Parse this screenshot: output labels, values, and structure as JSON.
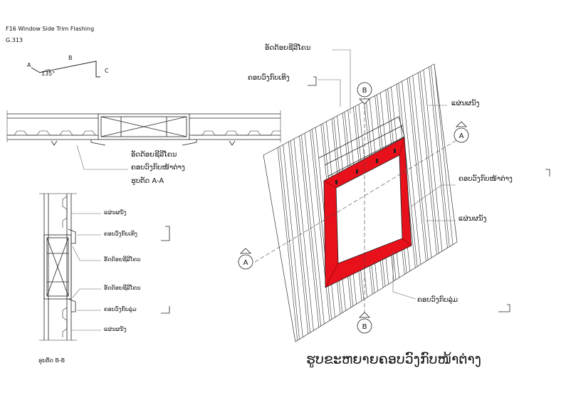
{
  "header": {
    "title": "F16 Window Side Trim Flashing",
    "code": "G.313"
  },
  "profile": {
    "label_a": "A",
    "label_b": "B",
    "label_c": "C",
    "angle": "135°"
  },
  "section_aa": {
    "labels": [
      "ອັດດ້ອຍຊີລີໂຄນ",
      "ຄອບວົງກົບໜ້າຕ່າງ",
      "ຮູບຕັດ A-A"
    ]
  },
  "section_bb": {
    "labels": [
      "ແຜ່ນຜນັງ",
      "ຄອບວົງກົບເທິງ",
      "ອັດດ້ອຍຊີລີໂຄນ",
      "ອັດດ້ອຍຊີລີໂຄນ",
      "ຄອບວົງກົບລຸ່ມ",
      "ແຜ່ນຜນັງ"
    ],
    "caption": "ຮູບຕັດ B-B"
  },
  "detail": {
    "label_silicone": "ອັດດ້ອຍຊີລີໂຄນ",
    "label_top_trim": "ຄອບວົງກົບເທິງ",
    "label_wall_top": "ແຜ່ນຜນັງ",
    "label_window_trim": "ຄອບວົງກົບໜ້າຕ່າງ",
    "label_wall_mid": "ແຜ່ນຜນັງ",
    "label_bottom_trim": "ຄອບວົງກົບລຸ່ມ",
    "marker_a": "A",
    "marker_b": "B",
    "title": "ຮູບຂະຫຍາຍຄອບວົງກົບໜ້າຕ່າງ"
  },
  "colors": {
    "trim": "#e8101a",
    "line": "#222222",
    "leader": "#666666"
  }
}
